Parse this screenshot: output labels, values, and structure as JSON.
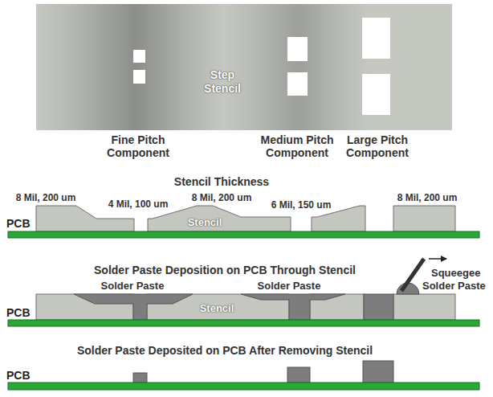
{
  "diagram": {
    "nodes": [
      {
        "text": [
          "Step Stencil"
        ]
      }
    ],
    "labels": [
      "Fine Pitch Component",
      "Medium Pitch Component",
      "Large Pitch Component",
      "Stencil Thickness",
      "8 Mil, 200 um",
      "4 Mil, 100 um",
      "8 Mil, 200 um",
      "6 Mil, 150 um",
      "8 Mil, 200 um",
      "Stencil",
      "PCB",
      "Solder Paste Deposition on PCB Through Stencil",
      "Solder Paste",
      "Solder Paste",
      "Squeegee",
      "Solder Paste",
      "Stencil",
      "PCB",
      "Solder Paste Deposited on PCB After Removing Stencil",
      "PCB"
    ]
  }
}
